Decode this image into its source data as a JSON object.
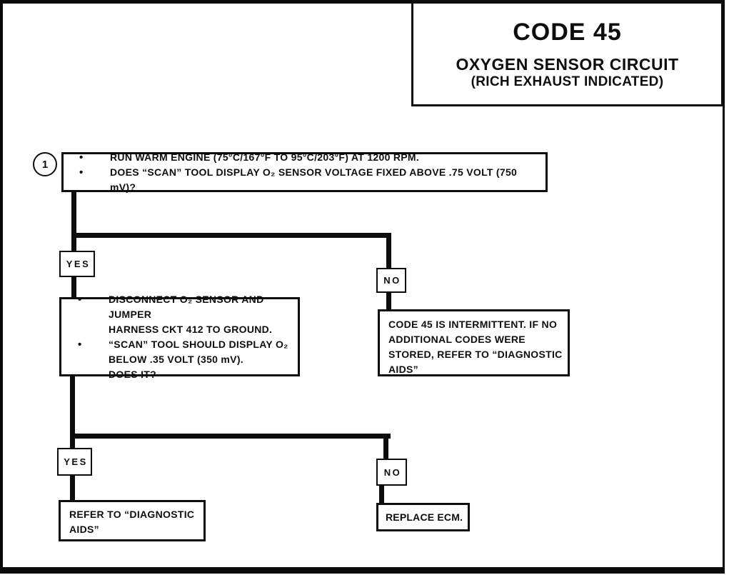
{
  "glyphs": {
    "bullet": "•"
  },
  "colors": {
    "ink": "#0e0e0e",
    "paper": "#ffffff"
  },
  "title": {
    "code": "CODE 45",
    "subtitle": "OXYGEN SENSOR CIRCUIT",
    "subtitle2": "(RICH EXHAUST INDICATED)"
  },
  "step1": {
    "marker": "1",
    "bullets": [
      "RUN WARM ENGINE (75°C/167°F TO 95°C/203°F) AT 1200 RPM.",
      "DOES “SCAN” TOOL DISPLAY O₂ SENSOR VOLTAGE FIXED ABOVE .75 VOLT (750 mV)?"
    ]
  },
  "branch1": {
    "yes_label": "YES",
    "no_label": "NO"
  },
  "disconnect_box": {
    "bullets": [
      "DISCONNECT O₂ SENSOR AND JUMPER\nHARNESS CKT 412 TO GROUND.",
      "“SCAN” TOOL SHOULD DISPLAY O₂\nBELOW .35 VOLT (350 mV).\nDOES IT?"
    ]
  },
  "intermittent_box": {
    "text": "CODE 45 IS INTERMITTENT.  IF NO\nADDITIONAL CODES WERE\nSTORED, REFER TO “DIAGNOSTIC\nAIDS”"
  },
  "branch2": {
    "yes_label": "YES",
    "no_label": "NO"
  },
  "refer_box": {
    "text": "REFER TO “DIAGNOSTIC\nAIDS”"
  },
  "replace_box": {
    "text": "REPLACE ECM."
  }
}
